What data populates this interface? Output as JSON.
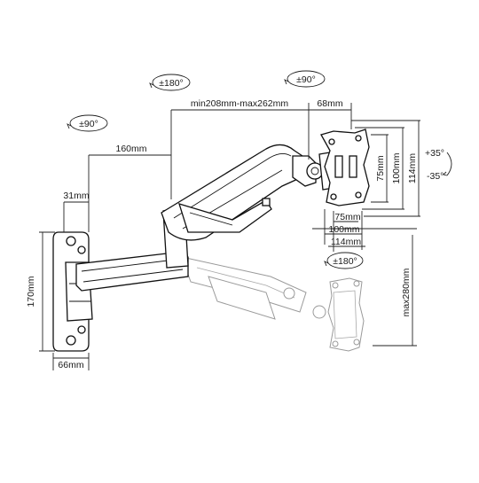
{
  "dimensions": {
    "arm_reach": "min208mm-max262mm",
    "vesa_offset": "68mm",
    "upper_arm": "160mm",
    "wall_offset": "31mm",
    "plate_height": "170mm",
    "plate_width": "66mm",
    "height_adjust": "max280mm",
    "vesa_75_h": "75mm",
    "vesa_100_h": "100mm",
    "vesa_114_h": "114mm",
    "vesa_75_w": "75mm",
    "vesa_100_w": "100mm",
    "vesa_114_w": "114mm"
  },
  "rotations": {
    "wall_swivel": "±90°",
    "arm_swivel": "±180°",
    "head_swivel": "±90°",
    "rotation": "±180°",
    "tilt_up": "+35°",
    "tilt_down": "-35°"
  }
}
